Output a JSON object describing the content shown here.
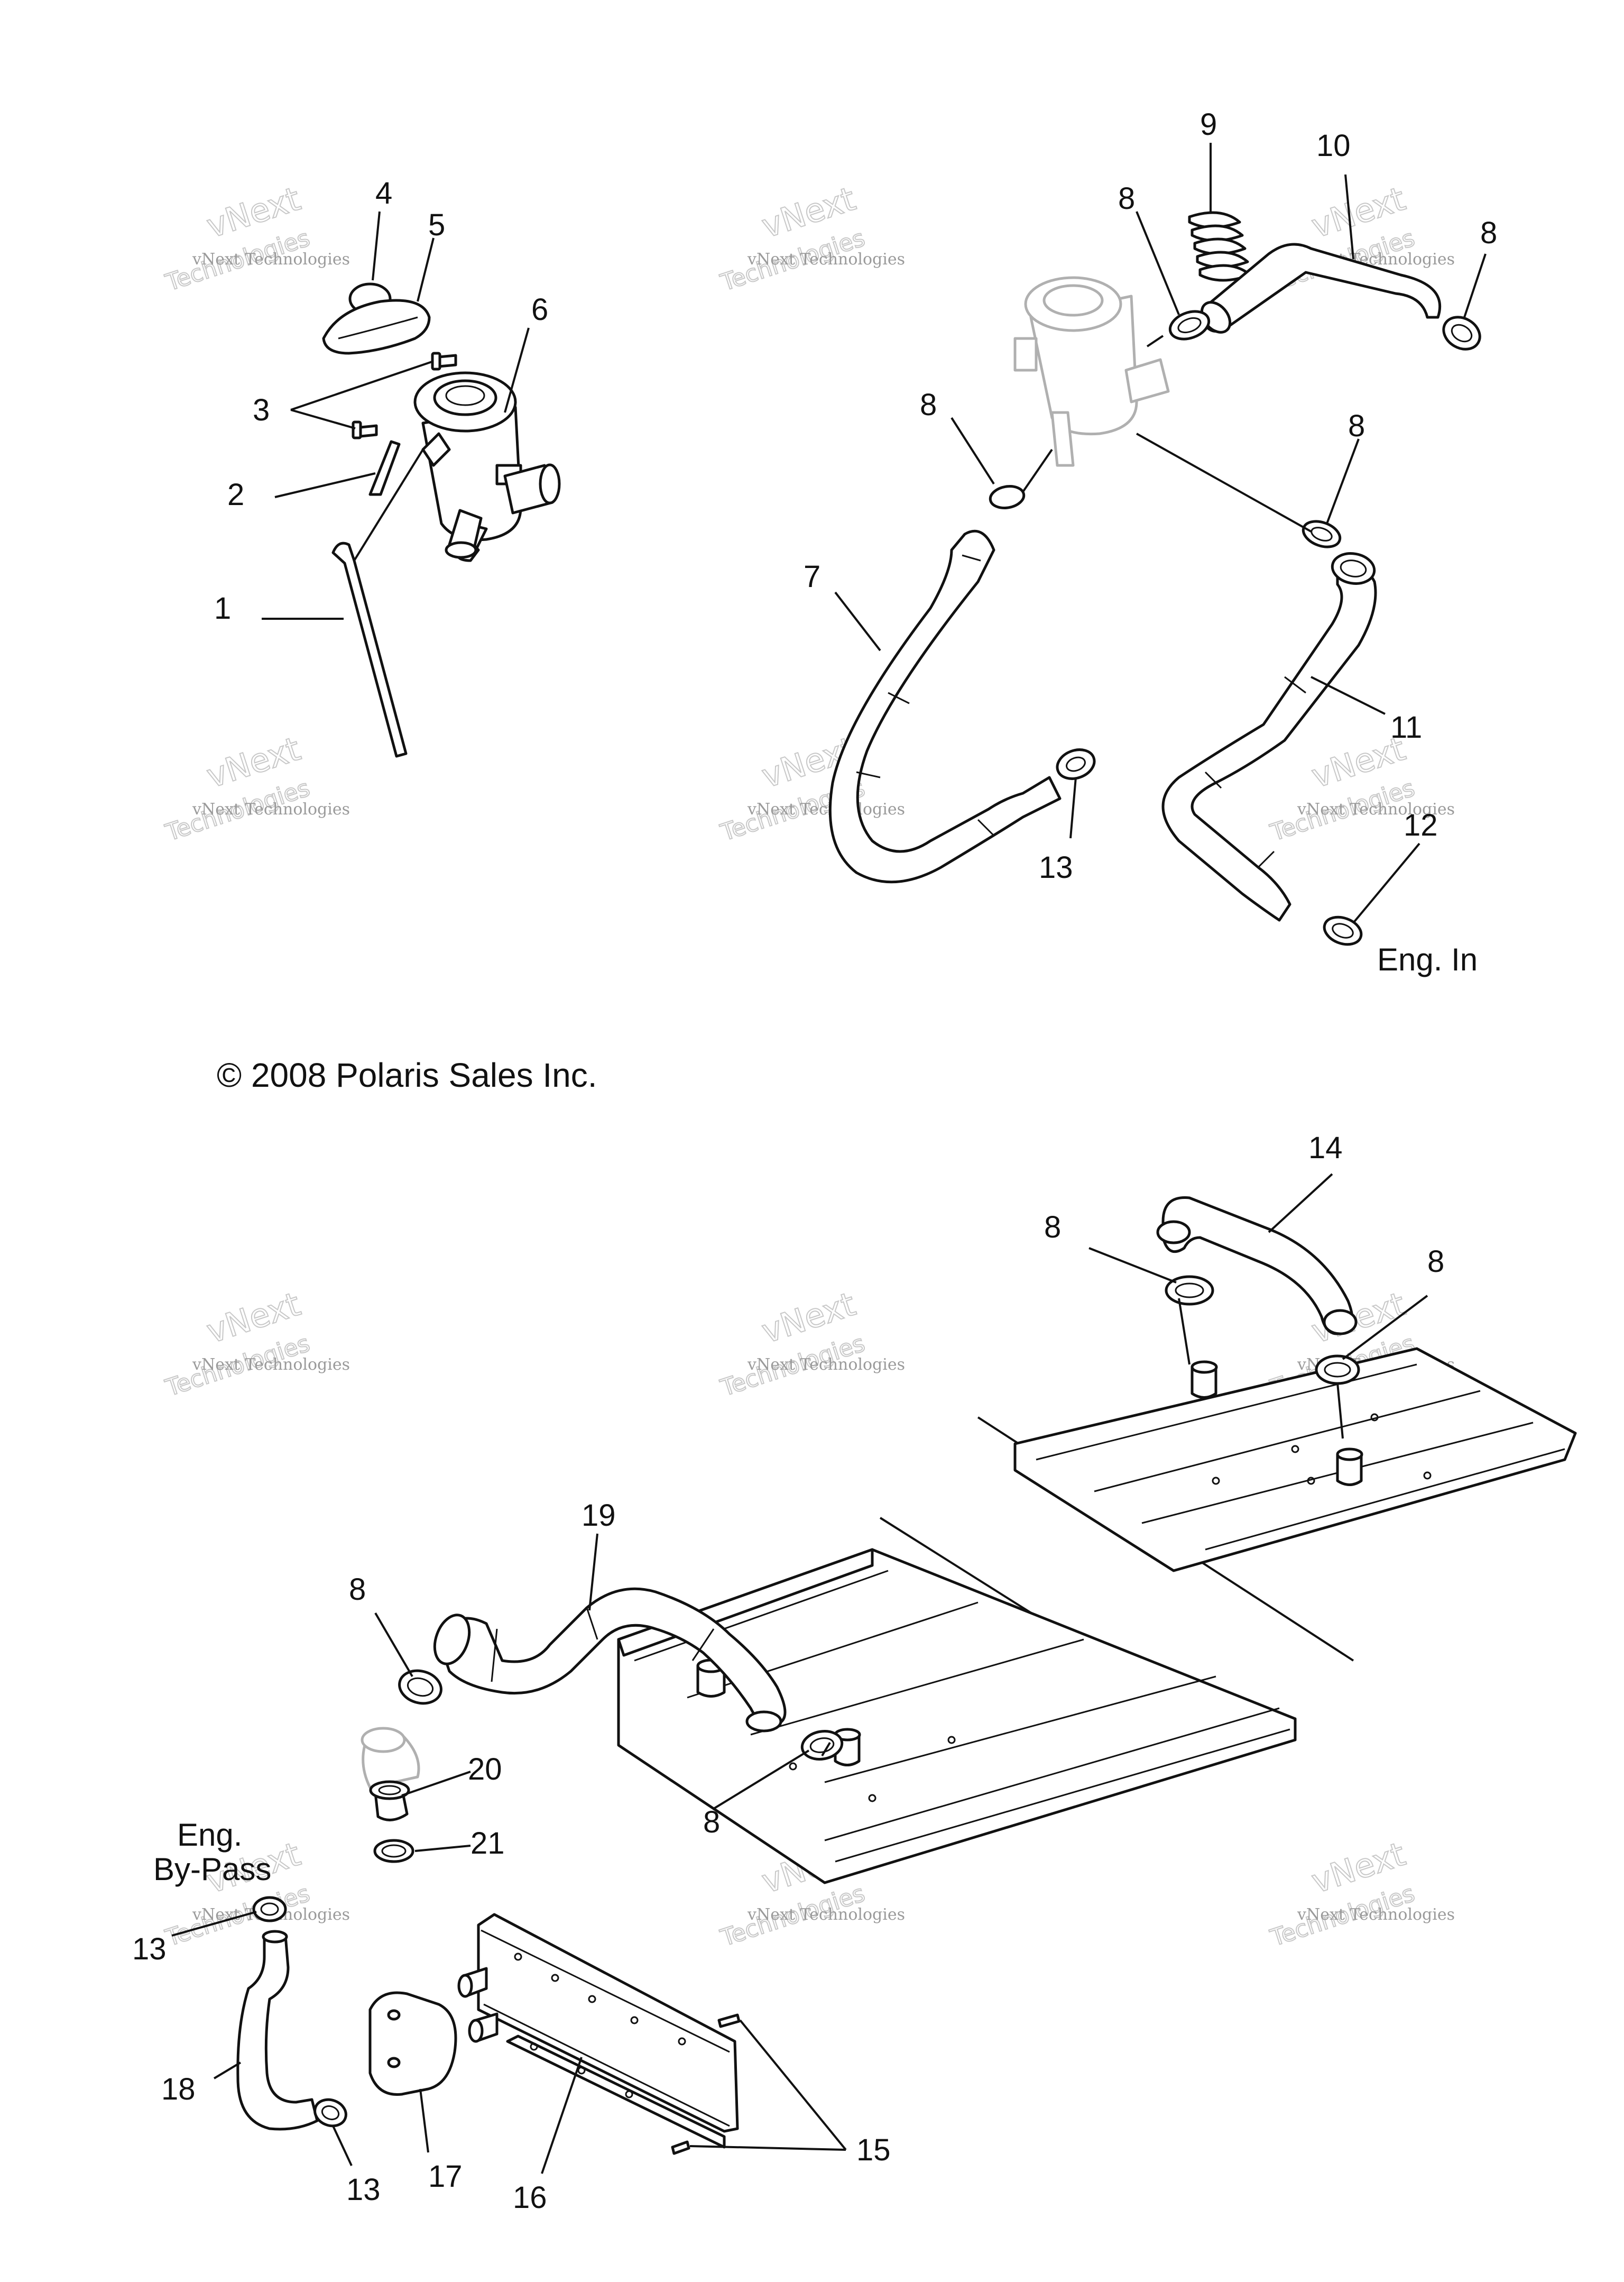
{
  "copyright": "© 2008 Polaris Sales Inc.",
  "watermark": {
    "line1": "vNext Technologies",
    "line2": "vNext",
    "line3": "Technologies"
  },
  "annotations": {
    "eng_in": "Eng. In",
    "eng": "Eng.",
    "by_pass": "By-Pass"
  },
  "callouts": [
    {
      "id": "c1",
      "text": "1"
    },
    {
      "id": "c2",
      "text": "2"
    },
    {
      "id": "c3",
      "text": "3"
    },
    {
      "id": "c4",
      "text": "4"
    },
    {
      "id": "c5",
      "text": "5"
    },
    {
      "id": "c6",
      "text": "6"
    },
    {
      "id": "c7",
      "text": "7"
    },
    {
      "id": "c8a",
      "text": "8"
    },
    {
      "id": "c8b",
      "text": "8"
    },
    {
      "id": "c8c",
      "text": "8"
    },
    {
      "id": "c8d",
      "text": "8"
    },
    {
      "id": "c9",
      "text": "9"
    },
    {
      "id": "c10",
      "text": "10"
    },
    {
      "id": "c11",
      "text": "11"
    },
    {
      "id": "c12",
      "text": "12"
    },
    {
      "id": "c13a",
      "text": "13"
    },
    {
      "id": "c8e",
      "text": "8"
    },
    {
      "id": "c8f",
      "text": "8"
    },
    {
      "id": "c14",
      "text": "14"
    },
    {
      "id": "c19",
      "text": "19"
    },
    {
      "id": "c8g",
      "text": "8"
    },
    {
      "id": "c8h",
      "text": "8"
    },
    {
      "id": "c20",
      "text": "20"
    },
    {
      "id": "c21",
      "text": "21"
    },
    {
      "id": "c13b",
      "text": "13"
    },
    {
      "id": "c18",
      "text": "18"
    },
    {
      "id": "c13c",
      "text": "13"
    },
    {
      "id": "c17",
      "text": "17"
    },
    {
      "id": "c16",
      "text": "16"
    },
    {
      "id": "c15",
      "text": "15"
    }
  ]
}
